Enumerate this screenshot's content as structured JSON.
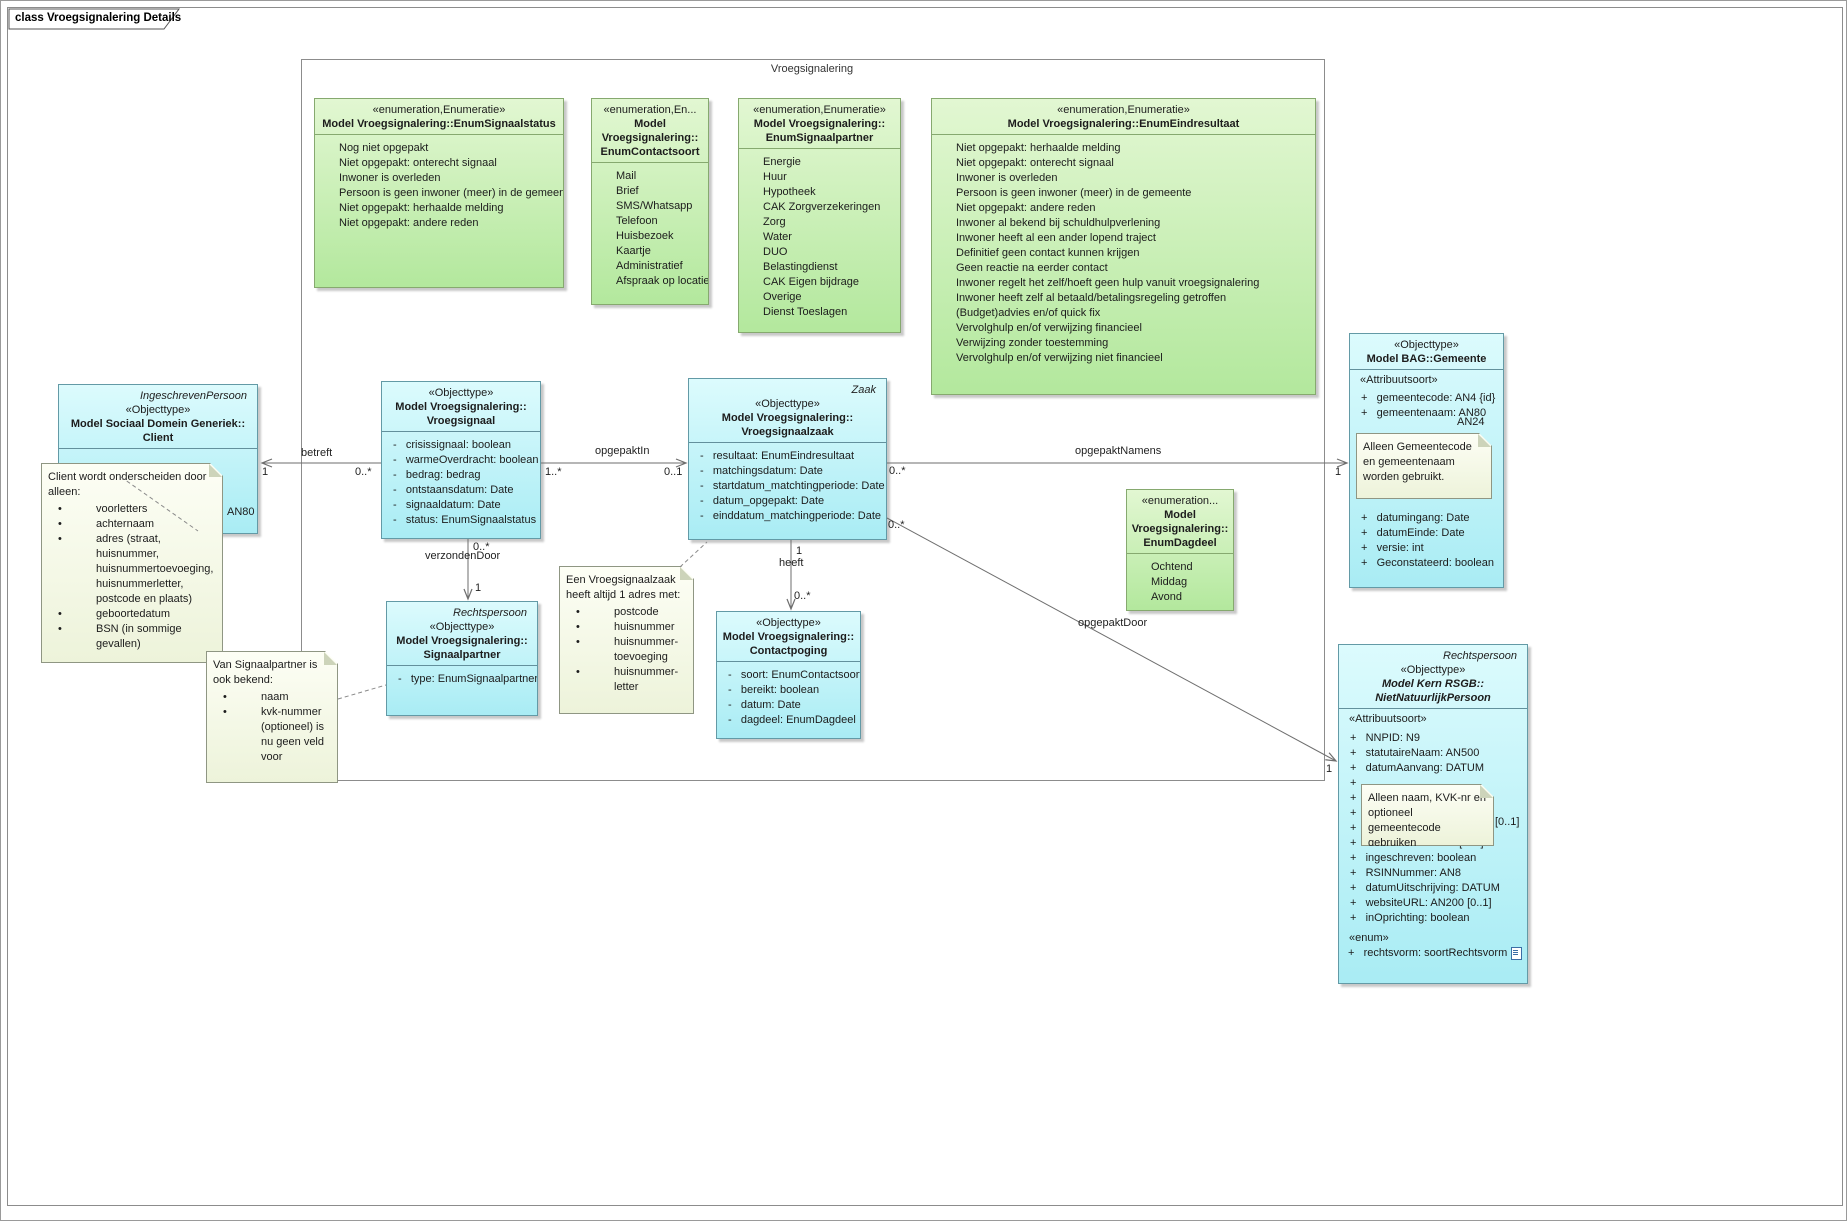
{
  "page": {
    "tab_title": "class Vroegsignalering Details"
  },
  "frame": {
    "title": "Vroegsignalering"
  },
  "enums": {
    "signaalstatus": {
      "stereotype": "«enumeration,Enumeratie»",
      "name_lines": [
        "Model Vroegsignalering::EnumSignaalstatus"
      ],
      "items": [
        "Nog niet opgepakt",
        "Niet opgepakt: onterecht signaal",
        "Inwoner is overleden",
        "Persoon is geen inwoner (meer) in de gemeente",
        "Niet opgepakt: herhaalde melding",
        "Niet opgepakt: andere reden"
      ]
    },
    "contactsoort": {
      "stereotype": "«enumeration,En...",
      "name_lines": [
        "Model",
        "Vroegsignalering::",
        "EnumContactsoort"
      ],
      "items": [
        "Mail",
        "Brief",
        "SMS/Whatsapp",
        "Telefoon",
        "Huisbezoek",
        "Kaartje",
        "Administratief",
        "Afspraak op locatie"
      ]
    },
    "signaalpartner": {
      "stereotype": "«enumeration,Enumeratie»",
      "name_lines": [
        "Model Vroegsignalering::",
        "EnumSignaalpartner"
      ],
      "items": [
        "Energie",
        "Huur",
        "Hypotheek",
        "CAK Zorgverzekeringen",
        "Zorg",
        "Water",
        "DUO",
        "Belastingdienst",
        "CAK Eigen bijdrage",
        "Overige",
        "Dienst Toeslagen"
      ]
    },
    "eindresultaat": {
      "stereotype": "«enumeration,Enumeratie»",
      "name_lines": [
        "Model Vroegsignalering::EnumEindresultaat"
      ],
      "items": [
        "Niet opgepakt: herhaalde melding",
        "Niet opgepakt: onterecht signaal",
        "Inwoner is overleden",
        "Persoon is geen inwoner (meer) in de gemeente",
        "Niet opgepakt: andere reden",
        "Inwoner al bekend bij schuldhulpverlening",
        "Inwoner heeft al een ander lopend traject",
        "Definitief geen contact kunnen krijgen",
        "Geen reactie na eerder contact",
        "Inwoner regelt het zelf/hoeft geen hulp vanuit vroegsignalering",
        "Inwoner heeft zelf al betaald/betalingsregeling getroffen",
        "(Budget)advies en/of quick fix",
        "Vervolghulp en/of verwijzing financieel",
        "Verwijzing zonder toestemming",
        "Vervolghulp en/of verwijzing niet financieel"
      ]
    },
    "dagdeel": {
      "stereotype": "«enumeration...",
      "name_lines": [
        "Model",
        "Vroegsignalering::",
        "EnumDagdeel"
      ],
      "items": [
        "Ochtend",
        "Middag",
        "Avond"
      ]
    }
  },
  "classes": {
    "vroegsignaal": {
      "stereotype": "«Objecttype»",
      "name_lines": [
        "Model Vroegsignalering::",
        "Vroegsignaal"
      ],
      "attributes": [
        "-   crisissignaal: boolean",
        "-   warmeOverdracht: boolean",
        "-   bedrag: bedrag",
        "-   ontstaansdatum: Date",
        "-   signaaldatum: Date",
        "-   status: EnumSignaalstatus"
      ]
    },
    "vroegsignaalzaak": {
      "parent": "Zaak",
      "stereotype": "«Objecttype»",
      "name_lines": [
        "Model Vroegsignalering::",
        "Vroegsignaalzaak"
      ],
      "attributes": [
        "-   resultaat: EnumEindresultaat",
        "-   matchingsdatum: Date",
        "-   startdatum_matchtingperiode: Date",
        "-   datum_opgepakt: Date",
        "-   einddatum_matchingperiode: Date"
      ]
    },
    "signaalpartner": {
      "parent": "Rechtspersoon",
      "stereotype": "«Objecttype»",
      "name_lines": [
        "Model Vroegsignalering::",
        "Signaalpartner"
      ],
      "attributes": [
        "-   type: EnumSignaalpartner"
      ]
    },
    "contactpoging": {
      "stereotype": "«Objecttype»",
      "name_lines": [
        "Model Vroegsignalering::",
        "Contactpoging"
      ],
      "attributes": [
        "-   soort: EnumContactsoort",
        "-   bereikt: boolean",
        "-   datum: Date",
        "-   dagdeel: EnumDagdeel"
      ]
    },
    "client": {
      "parent": "IngeschrevenPersoon",
      "stereotype": "«Objecttype»",
      "name_lines": [
        "Model Sociaal Domein Generiek::",
        "Client"
      ],
      "fragment": "AN80"
    },
    "gemeente": {
      "stereotype": "«Objecttype»",
      "name_lines": [
        "Model BAG::Gemeente"
      ],
      "section": "«Attribuutsoort»",
      "attributes": [
        "+   gemeentecode: AN4 {id}",
        "+   gemeentenaam: AN80",
        "",
        "",
        "",
        "",
        "",
        "",
        "+   datumingang: Date",
        "+   datumEinde: Date",
        "+   versie: int",
        "+   Geconstateerd: boolean"
      ],
      "fragment": "AN24"
    },
    "nietnatuurlijkpersoon": {
      "parent": "Rechtspersoon",
      "stereotype": "«Objecttype»",
      "name_lines": [
        "Model Kern RSGB::",
        "NietNatuurlijkPersoon"
      ],
      "section": "«Attribuutsoort»",
      "attributes": [
        "+   NNPID: N9",
        "+   statutaireNaam: AN500",
        "+   datumAanvang: DATUM",
        "+",
        "+",
        "+",
        "+",
        "+   /KvKnummer: AN8 [0..1]",
        "+   ingeschreven: boolean",
        "+   RSINNummer: AN8",
        "+   datumUitschrijving: DATUM",
        "+   websiteURL: AN200 [0..1]",
        "+   inOprichting: boolean"
      ],
      "section2": "«enum»",
      "enum_attribute": "+   rechtsvorm: soortRechtsvorm",
      "fragment": "[0..1]"
    }
  },
  "notes": {
    "client_note": {
      "text": "Client wordt onderscheiden door alleen:",
      "bullets": [
        "voorletters",
        "achternaam",
        "adres (straat, huisnummer, huisnummertoevoeging, huisnummerletter, postcode en plaats)",
        "geboortedatum",
        "BSN (in sommige gevallen)"
      ]
    },
    "signaalpartner_note": {
      "text": "Van Signaalpartner is ook bekend:",
      "bullets": [
        "naam",
        "kvk-nummer (optioneel) is nu geen veld voor"
      ]
    },
    "zaak_note": {
      "text": "Een Vroegsignaalzaak heeft altijd 1 adres met:",
      "bullets": [
        "postcode",
        "huisnummer",
        "huisnummer-toevoeging",
        "huisnummer-letter"
      ]
    },
    "gemeente_note": {
      "text": "Alleen Gemeentecode en gemeentenaam worden gebruikt."
    },
    "nnp_note": {
      "text": "Alleen naam, KVK-nr en optioneel gemeentecode gebruiken"
    }
  },
  "relations": [
    {
      "label": "betreft",
      "source_mult": "0..*",
      "target_mult": "1"
    },
    {
      "label": "opgepaktIn",
      "source_mult": "1..*",
      "target_mult": "0..1"
    },
    {
      "label": "opgepaktNamens",
      "source_mult": "0..*",
      "target_mult": "1"
    },
    {
      "label": "verzondenDoor",
      "source_mult": "0..*",
      "target_mult": "1"
    },
    {
      "label": "heeft",
      "source_mult": "1",
      "target_mult": "0..*"
    },
    {
      "label": "opgepaktDoor",
      "source_mult": "0..*",
      "target_mult": "1"
    }
  ]
}
